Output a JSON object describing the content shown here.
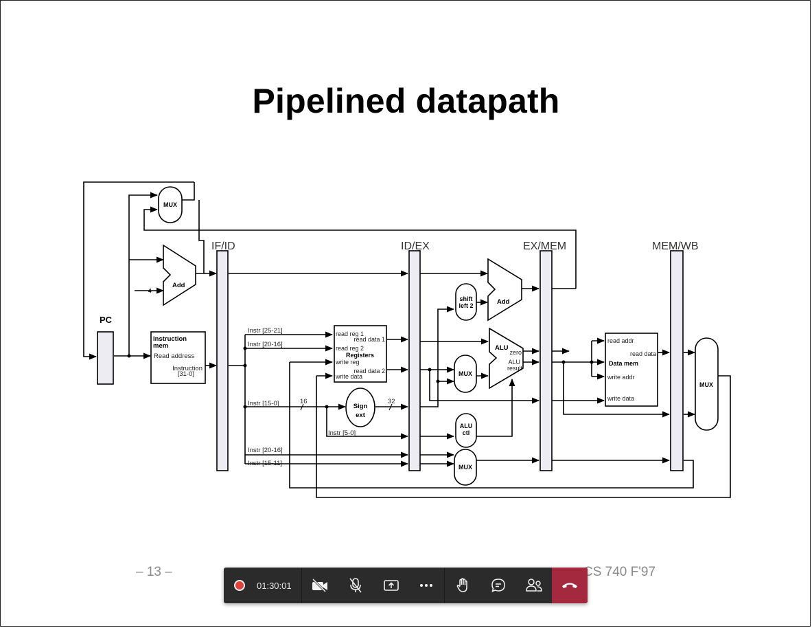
{
  "slide": {
    "title": "Pipelined datapath",
    "page_number": "– 13 –",
    "course": "CS 740 F'97"
  },
  "diagram": {
    "pipeline_registers": [
      "IF/ID",
      "ID/EX",
      "EX/MEM",
      "MEM/WB"
    ],
    "pc_label": "PC",
    "mux_label": "MUX",
    "add_label": "Add",
    "const_four": "4",
    "instruction_mem": {
      "title1": "Instruction",
      "title2": "mem",
      "read_address": "Read address",
      "instruction": "Instruction",
      "bits": "[31-0]"
    },
    "instr_fields": [
      "Instr [25-21]",
      "Instr [20-16]",
      "Instr [15-0]",
      "Instr [5-0]",
      "Instr [20-16]",
      "Instr [15-11]"
    ],
    "registers": {
      "title": "Registers",
      "read_reg1": "read reg 1",
      "read_data1": "read data 1",
      "read_reg2": "read reg 2",
      "write_reg": "write reg",
      "read_data2": "read data 2",
      "write_data": "write data"
    },
    "sign_ext": {
      "line1": "Sign",
      "line2": "ext",
      "in_width": "16",
      "out_width": "32"
    },
    "shift_left": {
      "line1": "shift",
      "line2": "left 2"
    },
    "alu": {
      "label": "ALU",
      "zero": "zero",
      "result1": "ALU",
      "result2": "result"
    },
    "alu_ctl": {
      "line1": "ALU",
      "line2": "ctl"
    },
    "data_mem": {
      "title": "Data mem",
      "read_addr": "read addr",
      "read_data": "read data",
      "write_addr": "write addr",
      "write_data": "write data"
    }
  },
  "toolbar": {
    "timer": "01:30:01",
    "icons": [
      "record-indicator",
      "camera-off-icon",
      "mic-off-icon",
      "share-screen-icon",
      "more-icon",
      "raise-hand-icon",
      "chat-icon",
      "participants-icon",
      "hang-up-icon"
    ],
    "hangup_color": "#a4293e",
    "record_color": "#e0413a"
  }
}
